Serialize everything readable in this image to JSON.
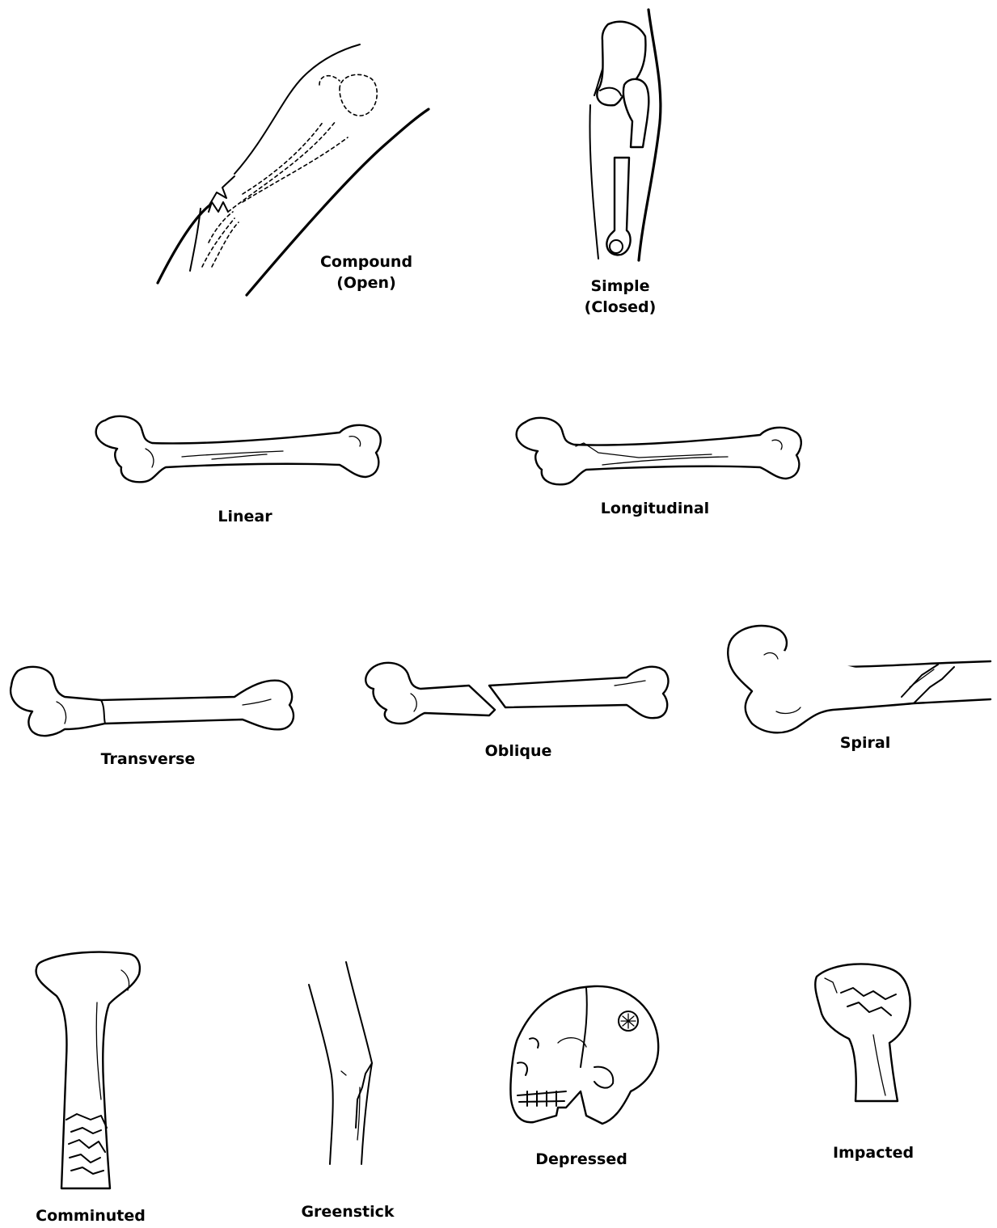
{
  "labels": {
    "compound": "Compound",
    "compound_sub": "(Open)",
    "simple": "Simple",
    "simple_sub": "(Closed)",
    "linear": "Linear",
    "longitudinal": "Longitudinal",
    "transverse": "Transverse",
    "oblique": "Oblique",
    "spiral": "Spiral",
    "comminuted": "Comminuted",
    "greenstick": "Greenstick",
    "depressed": "Depressed",
    "impacted": "Impacted"
  }
}
